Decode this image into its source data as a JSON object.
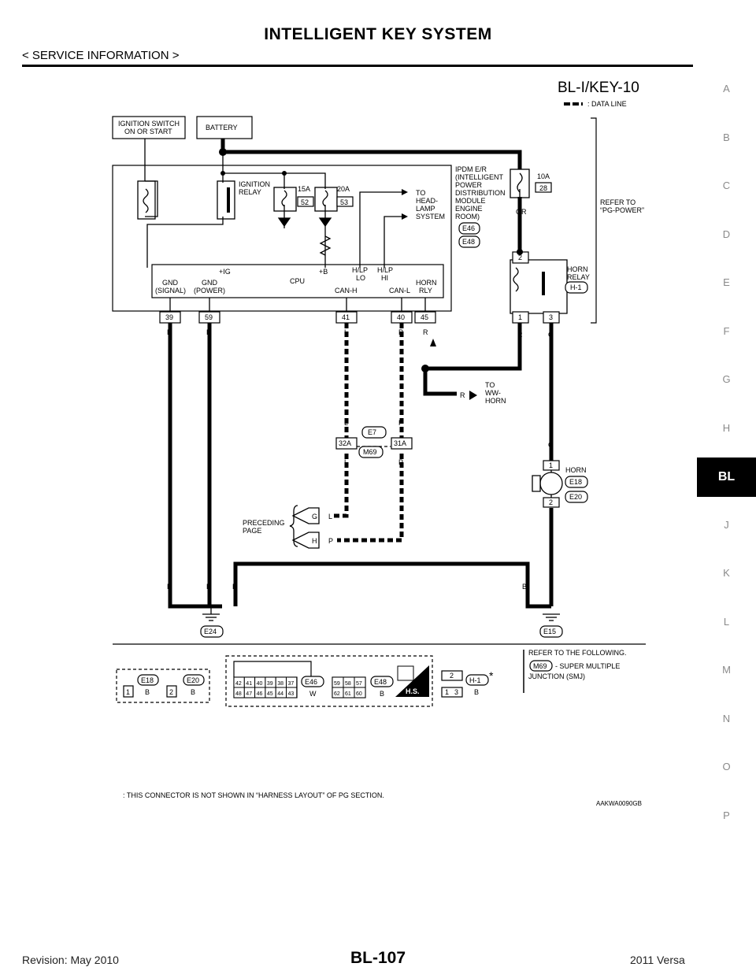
{
  "header": {
    "title": "INTELLIGENT KEY SYSTEM",
    "subtitle": "< SERVICE INFORMATION >"
  },
  "side_index": {
    "letters": [
      "A",
      "B",
      "C",
      "D",
      "E",
      "F",
      "G",
      "H",
      "BL",
      "J",
      "K",
      "L",
      "M",
      "N",
      "O",
      "P"
    ],
    "active": "BL"
  },
  "diagram": {
    "code": "BL-I/KEY-10",
    "legend": ": DATA LINE",
    "ignition_switch": [
      "IGNITION SWITCH",
      "ON OR START"
    ],
    "battery": "BATTERY",
    "ignition_relay": [
      "IGNITION",
      "RELAY"
    ],
    "fuse_15a": {
      "rating": "15A",
      "number": "52"
    },
    "fuse_20a": {
      "rating": "20A",
      "number": "53"
    },
    "fuse_10a": {
      "rating": "10A",
      "number": "28"
    },
    "to_headlamp": [
      "TO",
      "HEAD-",
      "LAMP",
      "SYSTEM"
    ],
    "ipdm_label": [
      "IPDM E/R",
      "(INTELLIGENT",
      "POWER",
      "DISTRIBUTION",
      "MODULE",
      "ENGINE",
      "ROOM)"
    ],
    "ipdm_connectors": [
      "E46",
      "E48"
    ],
    "refer_power": [
      "REFER TO",
      "“PG-POWER”"
    ],
    "cpu": {
      "ig": "+IG",
      "b": "+B",
      "cpu": "CPU",
      "hlp_lo": [
        "H/LP",
        "LO"
      ],
      "hlp_hi": [
        "H/LP",
        "HI"
      ],
      "gnd_signal": [
        "GND",
        "(SIGNAL)"
      ],
      "gnd_power": [
        "GND",
        "(POWER)"
      ],
      "can_h": "CAN-H",
      "can_l": "CAN-L",
      "horn_rly": [
        "HORN",
        "RLY"
      ]
    },
    "pins": [
      "39",
      "59",
      "41",
      "40",
      "45"
    ],
    "horn_relay": {
      "label": [
        "HORN",
        "RELAY"
      ],
      "connector": "H-1",
      "pins": [
        "2",
        "1",
        "3"
      ]
    },
    "wire_colors": {
      "gr": "GR",
      "r": "R",
      "g": "G",
      "b": "B",
      "l": "L",
      "p": "P"
    },
    "to_ww_horn": [
      "TO",
      "WW-",
      "HORN"
    ],
    "joint": {
      "top": "E7",
      "bottom": "M69",
      "left_pin": "32A",
      "right_pin": "31A"
    },
    "horn": {
      "label": "HORN",
      "connectors": [
        "E18",
        "E20"
      ],
      "pins": [
        "1",
        "2"
      ]
    },
    "preceding": {
      "label": [
        "PRECEDING",
        "PAGE"
      ],
      "g": "G",
      "h": "H"
    },
    "grounds": [
      "E24",
      "E15"
    ],
    "ref_note": {
      "title": "REFER TO THE FOLLOWING.",
      "connector": "M69",
      "text": "- SUPER MULTIPLE",
      "text2": "JUNCTION (SMJ)"
    },
    "connector_views": {
      "e18": {
        "id": "E18",
        "color": "B",
        "pin": "1"
      },
      "e20": {
        "id": "E20",
        "color": "B",
        "pin": "2"
      },
      "e46": {
        "id": "E46",
        "color": "W",
        "top_pins": [
          "42",
          "41",
          "40",
          "39",
          "38",
          "37"
        ],
        "bottom_pins": [
          "48",
          "47",
          "46",
          "45",
          "44",
          "43"
        ]
      },
      "e48": {
        "id": "E48",
        "color": "B",
        "top_pins": [
          "59",
          "58",
          "57"
        ],
        "bottom_pins": [
          "62",
          "61",
          "60"
        ]
      },
      "hs": "H.S.",
      "h1": {
        "id": "H-1",
        "color": "B",
        "top_pin": "2",
        "bottom_pins": [
          "1",
          "3"
        ]
      }
    },
    "footnote": ": THIS CONNECTOR IS NOT SHOWN IN “HARNESS LAYOUT” OF PG SECTION.",
    "figure_id": "AAKWA0090GB"
  },
  "footer": {
    "revision": "Revision: May 2010",
    "page": "BL-107",
    "model": "2011 Versa"
  }
}
